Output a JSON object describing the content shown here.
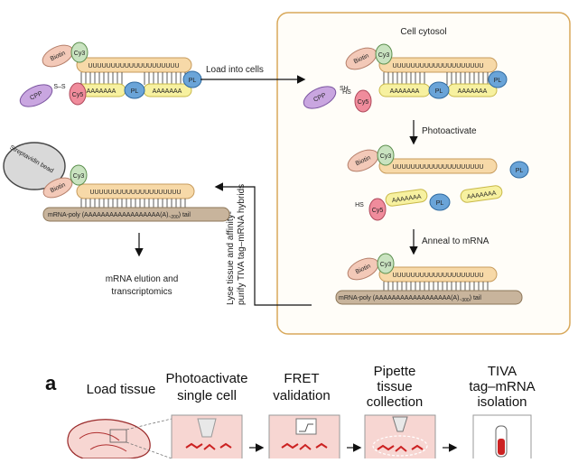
{
  "labels": {
    "biotin": "Biotin",
    "cy3": "Cy3",
    "cy5": "Cy5",
    "cpp": "CPP",
    "pl": "PL",
    "u_strand": "UUUUUUUUUUUUUUUUUUUU",
    "a_strand": "AAAAAAA",
    "ss_link": "S–S",
    "sh": "SH",
    "hs": "HS",
    "streptavidin": "Streptavidin bead",
    "mrna_tail_200": "mRNA-poly (AAAAAAAAAAAAAAAAAA(A)",
    "sub_200": "~200",
    "mrna_tail_300": "mRNA-poly (AAAAAAAAAAAAAAAAAA(A)",
    "sub_300": "~300",
    "tail": ") tail"
  },
  "steps": {
    "load_into_cells": "Load into cells",
    "cell_cytosol": "Cell cytosol",
    "photoactivate": "Photoactivate",
    "anneal": "Anneal to mRNA",
    "lyse_line1": "Lyse tissue and affinity-",
    "lyse_line2": "purify TIVA tag–mRNA hybrids",
    "elution_line1": "mRNA elution and",
    "elution_line2": "transcriptomics"
  },
  "panel_a": {
    "letter": "a",
    "col1": [
      "Load tissue"
    ],
    "col2": [
      "Photoactivate",
      "single cell"
    ],
    "col3": [
      "FRET",
      "validation"
    ],
    "col4": [
      "Pipette",
      "tissue",
      "collection"
    ],
    "col5": [
      "TIVA",
      "tag–mRNA",
      "isolation"
    ]
  },
  "colors": {
    "biotin": "#f3c9b8",
    "cy3": "#c9e3c0",
    "cy5": "#f08c9c",
    "cpp": "#c9a6e0",
    "pl": "#6aa4d8",
    "u_strand": "#f7d9a8",
    "a_strand": "#f7f1a0",
    "cytosol_border": "#d8a85a",
    "mrna": "#c8b49c",
    "tissue_panel": "#f7d6d2"
  }
}
